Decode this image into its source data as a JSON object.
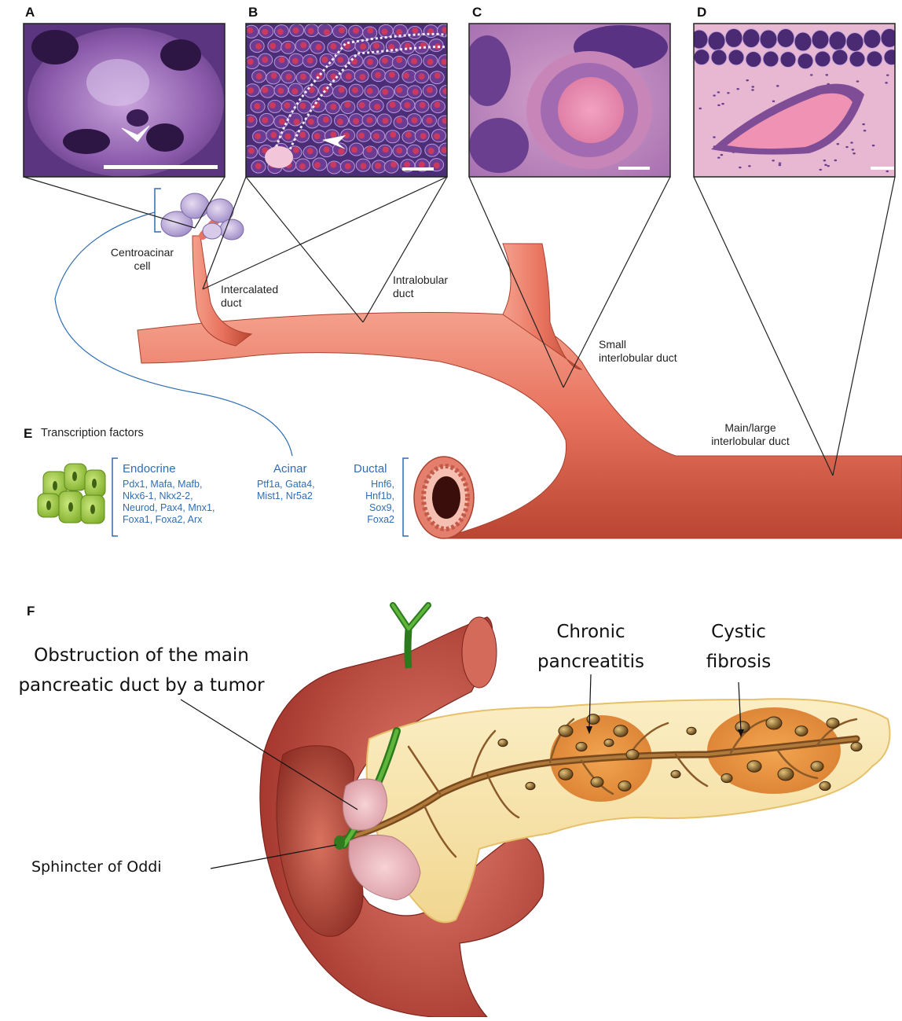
{
  "panels": {
    "A": "A",
    "B": "B",
    "C": "C",
    "D": "D",
    "E": "E",
    "F": "F"
  },
  "labels": {
    "centroacinar": [
      "Centroacinar",
      "cell"
    ],
    "intercalated": [
      "Intercalated",
      "duct"
    ],
    "intralobular": [
      "Intralobular",
      "duct"
    ],
    "small_interlobular": [
      "Small",
      "interlobular duct"
    ],
    "main_interlobular": [
      "Main/large",
      "interlobular duct"
    ]
  },
  "transcription": {
    "title": "Transcription factors",
    "endocrine": {
      "heading": "Endocrine",
      "lines": [
        "Pdx1, Mafa, Mafb,",
        "Nkx6-1, Nkx2-2,",
        "Neurod, Pax4, Mnx1,",
        "Foxa1, Foxa2, Arx"
      ]
    },
    "acinar": {
      "heading": "Acinar",
      "lines": [
        "Ptf1a, Gata4,",
        "Mist1, Nr5a2"
      ]
    },
    "ductal": {
      "heading": "Ductal",
      "lines": [
        "Hnf6,",
        "Hnf1b,",
        "Sox9,",
        "Foxa2"
      ]
    }
  },
  "pancreas": {
    "obstruction": [
      "Obstruction of the main",
      "pancreatic duct by a tumor"
    ],
    "chronic": [
      "Chronic",
      "pancreatitis"
    ],
    "cystic": [
      "Cystic",
      "fibrosis"
    ],
    "sphincter": "Sphincter of Oddi"
  },
  "colors": {
    "duct": "#e8735e",
    "duct_dark": "#b94532",
    "tf_blue": "#2f6db5",
    "histology_purple": "#6b3f8f",
    "histology_pink": "#e7a0c6",
    "endocrine_green": "#9ccc3c",
    "pancreas_yellow": "#f7e2a6",
    "duodenum": "#c9574a"
  }
}
